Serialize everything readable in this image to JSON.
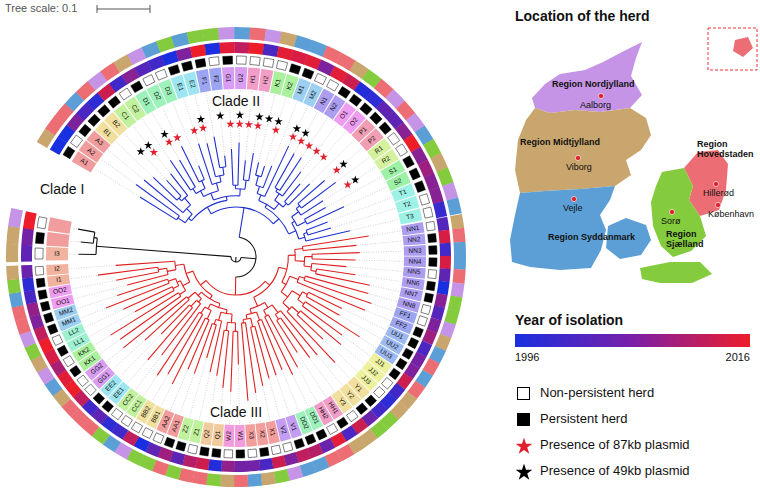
{
  "diagram": {
    "nodes": [
      {
        "text": [
          "Region Nordjylland",
          "Aalborg"
        ]
      },
      {
        "text": [
          "Region Midtjylland",
          "Viborg"
        ]
      },
      {
        "text": [
          "Region Hovedstaden",
          "Hillerød",
          "København"
        ]
      },
      {
        "text": [
          "Region Syddanmark",
          "Vejle"
        ]
      },
      {
        "text": [
          "Region Sjælland",
          "Sorø"
        ]
      }
    ],
    "labels": [
      "Tree scale: 0.1",
      "Clade I",
      "Clade II",
      "Clade III",
      "Location of the herd",
      "Year of isolation",
      "1996",
      "2016",
      "A1",
      "A2",
      "A3",
      "B1",
      "B2",
      "C1",
      "C2",
      "D1",
      "D2",
      "D3",
      "E1",
      "E2",
      "F1",
      "F2",
      "G1",
      "G2",
      "H1",
      "H2",
      "K1",
      "K2",
      "M1",
      "M2",
      "N1",
      "N2",
      "O1",
      "O2",
      "P1",
      "P2",
      "R1",
      "R2",
      "S1",
      "S2",
      "T1",
      "T2",
      "T3",
      "NN1",
      "NN2",
      "NN3",
      "NN4",
      "NN5",
      "NN6",
      "NN7",
      "NN8",
      "FF1",
      "FF2",
      "UU1",
      "UU2",
      "UU3",
      "JJ1",
      "JJ2",
      "JJ3",
      "Y1",
      "Y2",
      "Y3",
      "HH1",
      "HH2",
      "DD1",
      "DD2",
      "V1",
      "V2",
      "X1",
      "X2",
      "X3",
      "W1",
      "W2",
      "Q1",
      "Q2",
      "Z1",
      "Z2",
      "AA1",
      "AA2",
      "BB1",
      "BB2",
      "CC1",
      "CC2",
      "EE1",
      "EE2",
      "GG1",
      "GG2",
      "KK1",
      "KK2",
      "LL1",
      "LL2",
      "MM1",
      "MM2",
      "OO1",
      "OO2",
      "I1",
      "I2",
      "I3"
    ],
    "legend": [
      {
        "text": "Non-persistent herd",
        "color": "#ffffff"
      },
      {
        "text": "Persistent herd",
        "color": "#000000"
      },
      {
        "text": "Presence of 87kb plasmid"
      },
      {
        "text": "Presence of 49kb plasmid"
      }
    ]
  }
}
